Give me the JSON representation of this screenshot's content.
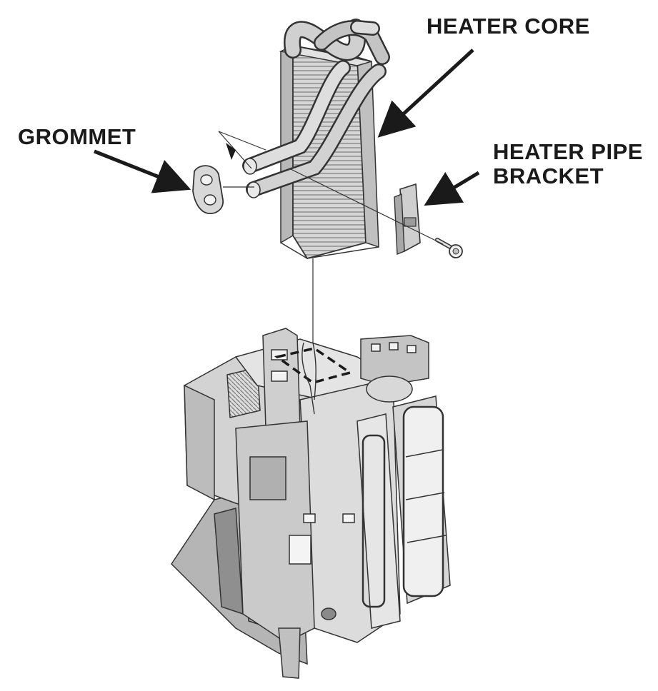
{
  "labels": {
    "heater_core": "HEATER CORE",
    "grommet": "GROMMET",
    "heater_pipe_bracket_line1": "HEATER PIPE",
    "heater_pipe_bracket_line2": "BRACKET"
  },
  "icons": [
    "callout-arrow-icon",
    "screw-icon",
    "dashed-slot-outline-icon"
  ],
  "colors": {
    "ink": "#1a1a1a",
    "part_light": "#e6e6e6",
    "part_mid": "#c8c8c8",
    "part_dark": "#9a9a9a"
  }
}
